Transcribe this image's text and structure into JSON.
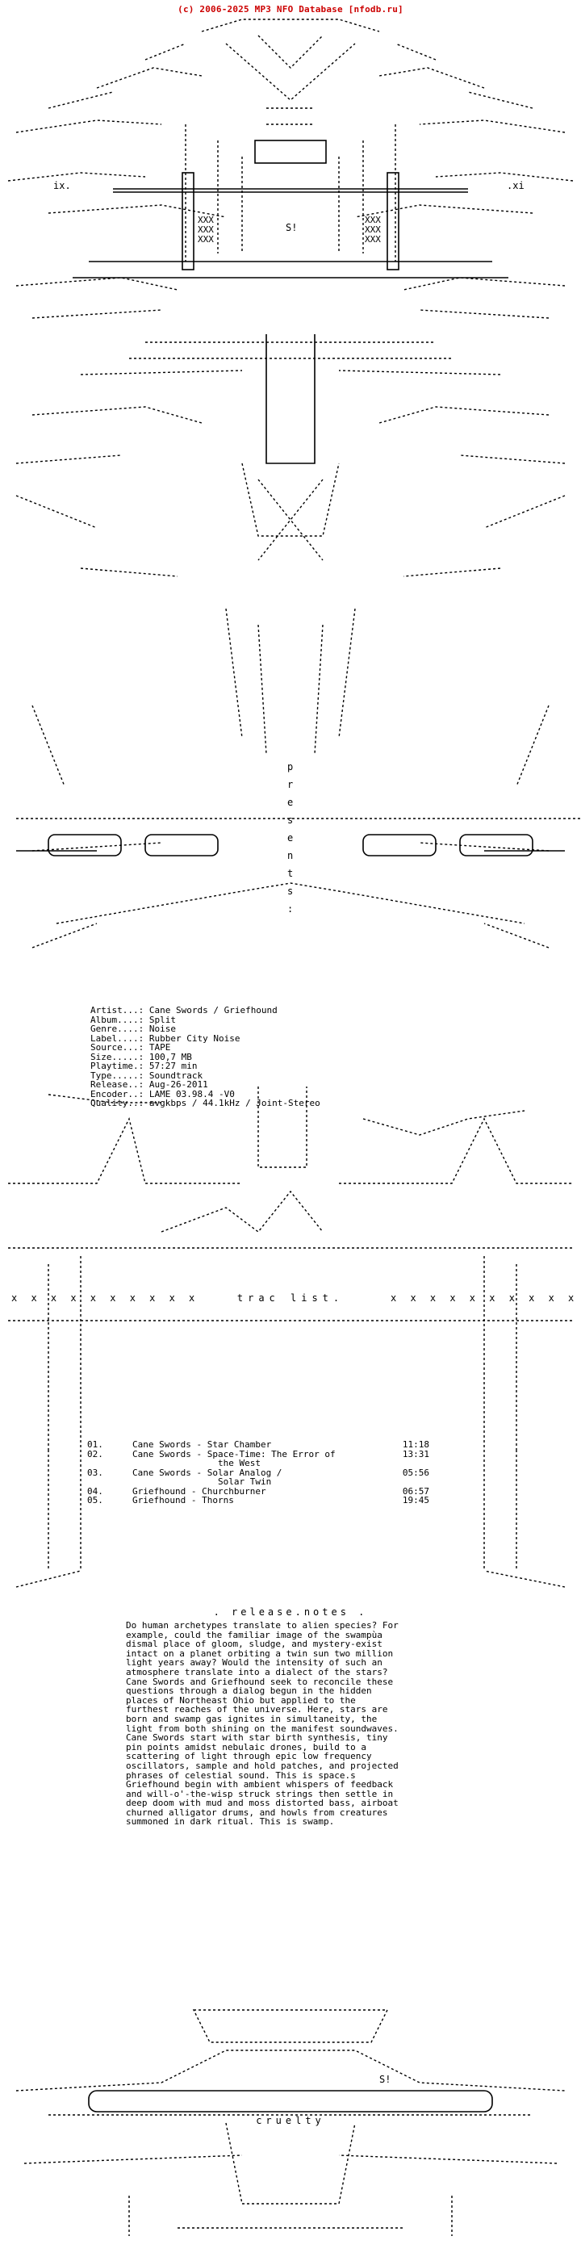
{
  "banner": "(c) 2006-2025 MP3 NFO Database [nfodb.ru]",
  "art_marks": {
    "s1": "S!",
    "s2": "S!",
    "ix": "ix.",
    "xi": ".xi",
    "xxx": "XXX",
    "presents": [
      "p",
      "r",
      "e",
      "s",
      "e",
      "n",
      "t",
      "s",
      ":"
    ]
  },
  "info": [
    {
      "label": "Artist...:",
      "value": "Cane Swords / Griefhound"
    },
    {
      "label": "Album....:",
      "value": "Split"
    },
    {
      "label": "Genre....:",
      "value": "Noise"
    },
    {
      "label": "Label....:",
      "value": "Rubber City Noise"
    },
    {
      "label": "Source...:",
      "value": "TAPE"
    },
    {
      "label": "Size.....:",
      "value": "100,7 MB"
    },
    {
      "label": "Playtime.:",
      "value": "57:27 min"
    },
    {
      "label": "Type.....:",
      "value": "Soundtrack"
    },
    {
      "label": "Release..:",
      "value": "Aug-26-2011"
    },
    {
      "label": "Encoder..:",
      "value": "LAME 03.98.4 -V0"
    },
    {
      "label": "Quality..:",
      "value": "avgkbps / 44.1kHz / Joint-Stereo"
    }
  ],
  "tracklist_header": "trac   list.",
  "xbar": "x x x x x x x x x x",
  "tracks": [
    {
      "num": "01.",
      "title": "Cane Swords - Star Chamber",
      "length": "11:18"
    },
    {
      "num": "02.",
      "title": "Cane Swords - Space-Time: The Error of\n                the West",
      "length": "13:31"
    },
    {
      "num": "03.",
      "title": "Cane Swords - Solar Analog /\n                Solar Twin",
      "length": "05:56"
    },
    {
      "num": "04.",
      "title": "Griefhound - Churchburner",
      "length": "06:57"
    },
    {
      "num": "05.",
      "title": "Griefhound - Thorns",
      "length": "19:45"
    }
  ],
  "release_notes_header": ". release.notes .",
  "release_notes": [
    "Do human archetypes translate to alien species? For example, could the familiar image of the swampùa dismal place of gloom, sludge, and mystery-exist intact on a planet orbiting a twin sun two million light years away? Would the intensity of such an atmosphere translate into a dialect of the stars? Cane Swords and Griefhound seek to reconcile these questions through a dialog begun in the hidden places of Northeast Ohio but applied to the furthest reaches of the universe. Here, stars are born and swamp gas ignites in simultaneity, the light from both shining on the manifest soundwaves. Cane Swords start with star birth synthesis, tiny pin points amidst nebulaic drones, build to a scattering of light through epic low frequency oscillators, sample and hold patches, and projected phrases of celestial sound. This is space.s",
    "Griefhound begin with ambient whispers of feedback and will-o'-the-wisp struck strings then settle in deep doom with mud and moss distorted bass, airboat churned alligator drums, and howls from creatures summoned in dark ritual. This is swamp."
  ],
  "footer": {
    "sig": "S!",
    "word": "cruelty"
  }
}
